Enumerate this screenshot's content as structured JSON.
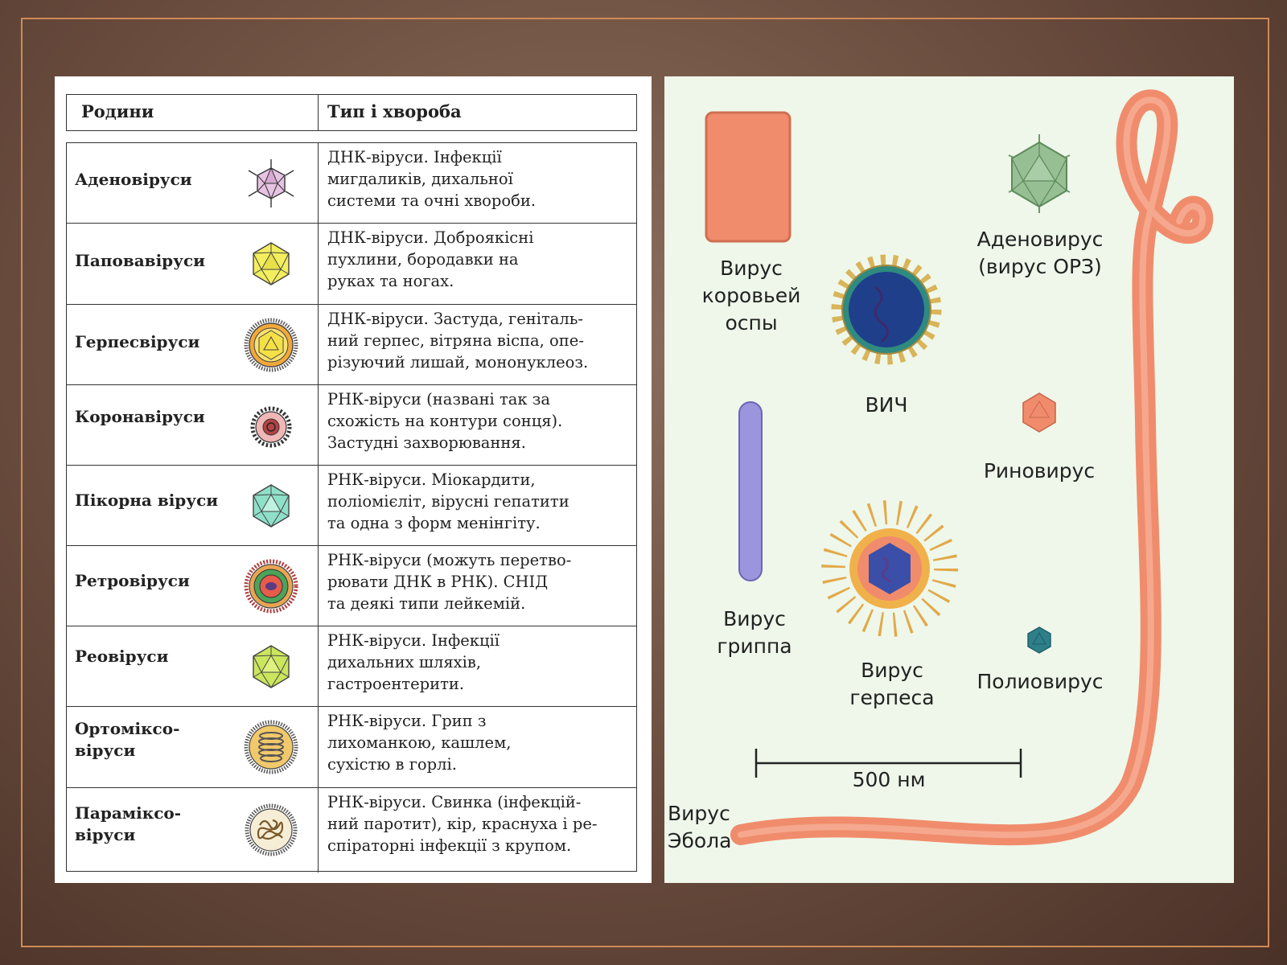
{
  "table": {
    "header": {
      "families": "Родини",
      "type_disease": "Тип і хвороба"
    },
    "rows": [
      {
        "family": "Аденовіруси",
        "icon": "adenovirus-icon",
        "desc": "ДНК-віруси. Інфекції\nмигдаликів, дихальної\nсистеми та очні хвороби."
      },
      {
        "family": "Паповавіруси",
        "icon": "papovavirus-icon",
        "desc": "ДНК-віруси. Доброякісні\nпухлини, бородавки на\nруках та ногах."
      },
      {
        "family": "Герпесвіруси",
        "icon": "herpesvirus-icon",
        "desc": "ДНК-віруси. Застуда, геніталь-\nний герпес, вітряна віспа, опе-\nрізуючий лишай, мононуклеоз."
      },
      {
        "family": "Коронавіруси",
        "icon": "coronavirus-icon",
        "desc": "РНК-віруси (названі так за\nсхожість на контури сонця).\nЗастудні захворювання."
      },
      {
        "family": "Пікорна віруси",
        "icon": "picornavirus-icon",
        "desc": "РНК-віруси. Міокардити,\nполіомієліт, вірусні гепатити\nта одна з форм менінгіту."
      },
      {
        "family": "Ретровіруси",
        "icon": "retrovirus-icon",
        "desc": "РНК-віруси (можуть перетво-\nрювати ДНК в РНК). СНІД\nта деякі типи лейкемій."
      },
      {
        "family": "Реовіруси",
        "icon": "reovirus-icon",
        "desc": "РНК-віруси. Інфекції\nдихальних шляхів,\nгастроентерити."
      },
      {
        "family": "Ортоміксо-\nвіруси",
        "icon": "orthomyxovirus-icon",
        "desc": "РНК-віруси. Грип з\nлихоманкою, кашлем,\nсухістю в горлі."
      },
      {
        "family": "Параміксо-\nвіруси",
        "icon": "paramyxovirus-icon",
        "desc": "РНК-віруси. Свинка (інфекцій-\nний паротит), кір, краснуха і ре-\nспіраторні інфекції з  крупом."
      }
    ]
  },
  "diagram": {
    "labels": {
      "cowpox": "Вирус\nкоровьей\nоспы",
      "hiv": "ВИЧ",
      "adenovirus": "Аденовирус\n(вирус ОРЗ)",
      "rhinovirus": "Риновирус",
      "influenza": "Вирус\nгриппа",
      "herpes": "Вирус\nгерпеса",
      "poliovirus": "Полиовирус",
      "scale": "500 нм",
      "ebola": "Вирус\nЭбола"
    },
    "colors": {
      "salmon": "#f08c6c",
      "blue_rod": "#9b95dd",
      "green_poly": "#97bf94",
      "hiv_ring": "#2f8a80",
      "hiv_core": "#1f3f8a"
    }
  }
}
